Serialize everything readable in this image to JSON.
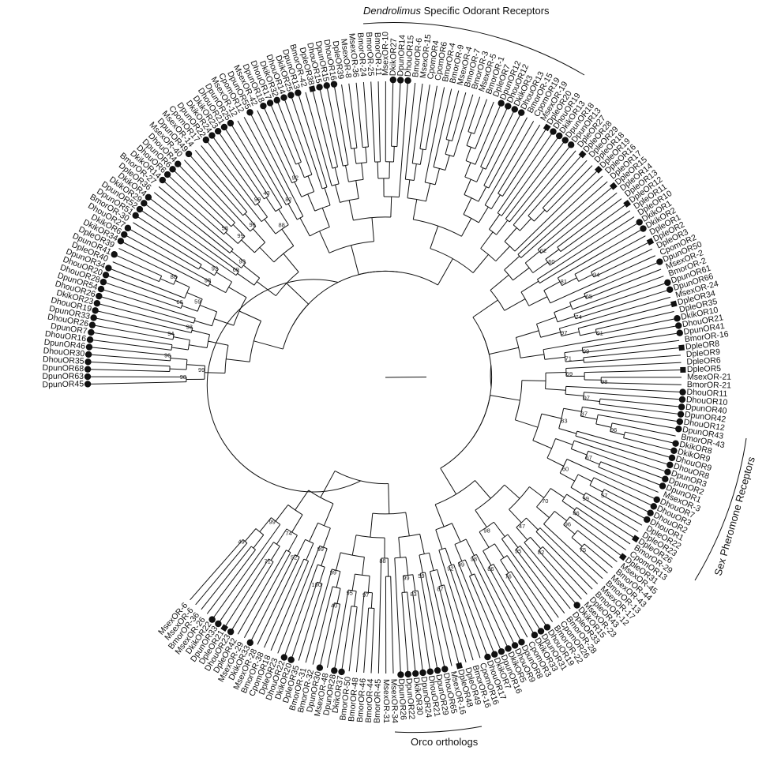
{
  "figure": {
    "style": {
      "line_color": "#111111",
      "marker_color": "#111111",
      "background": "#ffffff"
    },
    "clade_labels": {
      "dendrolimus_prefix": "Dendrolimus",
      "dendrolimus_rest": " Specific Odorant Receptors",
      "sex_pheromone": "Sex Pheromone Receptors",
      "orco": "Orco orthologs"
    },
    "leaves": [
      "DpunOR45",
      "DpunOR63",
      "DpunOR68",
      "DhouOR35",
      "DhouOR30",
      "DpunOR46",
      "DhouOR16",
      "DpunOR7",
      "DhouOR26",
      "DpunOR33",
      "DhouOR19",
      "DkikOR23",
      "DhouOR26",
      "DpunOR54",
      "DhouOR28",
      "DhouOR20",
      "DpunOR34",
      "DpleOR40",
      "DpunOR41",
      "DpleOR39",
      "DkikOR34",
      "DkikOR6",
      "DhouOR27",
      "BmorOR-30",
      "DpunOR51",
      "DpunOR52",
      "DkikOR29",
      "DkikOR4",
      "DpleOR36",
      "BmorOR-27",
      "DkikOR14",
      "DhouOR6",
      "DpunOR6",
      "DhouOR4",
      "MsexOR-40",
      "DpunOR49",
      "MsexOR-14",
      "CpomOR17",
      "DpunOR22",
      "DkikOR24",
      "DkikOR23",
      "DhouOR21",
      "DpunOR25",
      "MsexOR-12",
      "CpomOR12",
      "DpunOR55",
      "MsexOR-42",
      "DpunOR18",
      "DhouOR17",
      "DkikOR32",
      "DhouOR14",
      "DkikOR25",
      "DpunOR13",
      "BmorOR-42",
      "DpleOR38",
      "DhouOR15",
      "DpunOR15",
      "DhouOR16",
      "DpleOR39",
      "MsexOR-8",
      "MsexOR-36",
      "BmorOR-24",
      "BmorOR-25",
      "BmorOR-11",
      "MsexOR-10",
      "DkikOR27",
      "DpunOR14",
      "DhouOR15",
      "BmorOR-6",
      "MsexOR-15",
      "CpomOR4",
      "CpomOR6",
      "BmorOR-4",
      "BmorOR-9",
      "MsexOR-4",
      "BmorOR-7",
      "BmorOR-3",
      "MsexOR-5",
      "BmorOR-1",
      "DpleOR7",
      "DpunOR12",
      "DhouOR12",
      "DkikOR3",
      "DhouOR13",
      "BmorOR-15",
      "CpomOR19",
      "MsexOR-19",
      "DpleOR20",
      "DhouOR19",
      "DkikOR13",
      "DpunOR18",
      "DpunOR13",
      "DpleOR27",
      "DpleOR28",
      "DpleOR29",
      "DpleOR18",
      "DpleOR19",
      "DpleOR16",
      "DpleOR17",
      "DpleOR15",
      "DpleOR14",
      "DpleOR13",
      "DpleOR12",
      "DpleOR11",
      "DpleOR10",
      "DkikOR1",
      "DkikOR2",
      "DpleOR1",
      "DpleOR2",
      "DpleOR3",
      "CpomOR2",
      "DpunOR50",
      "MsexOR-2",
      "BmorOR-2",
      "DpunOR61",
      "DpunOR66",
      "MsexOR-24",
      "DpleOR34",
      "DpleOR35",
      "DkikOR10",
      "DhouOR21",
      "DpunOR41",
      "BmorOR-16",
      "DpleOR8",
      "DpleOR9",
      "DpleOR6",
      "DpleOR5",
      "MsexOR-21",
      "BmorOR-21",
      "DhouOR11",
      "DhouOR10",
      "DpunOR40",
      "DpunOR42",
      "DhouOR12",
      "DpunOR43",
      "BmorOR-43",
      "DkikOR8",
      "DkikOR9",
      "DhouOR9",
      "DhouOR8",
      "DpunOR3",
      "DpunOR2",
      "DpunOR1",
      "MsexOR-3",
      "DhouOR7",
      "DhouOR3",
      "DhouOR2",
      "DhouOR1",
      "DpleOR22",
      "DpleOR23",
      "DpleOR26",
      "BmorOR-29",
      "CpomOR13",
      "DpleOR31",
      "MsexOR-45",
      "BmorOR-44",
      "MsexOR-43",
      "BmorOR-13",
      "MsexOR-17",
      "BmorOR-12",
      "DpleOR43",
      "MsexOR-23",
      "DkikOR15",
      "DpleOR33",
      "BmorOR-28",
      "CpomOR26",
      "BmorOR-22",
      "DhouOR19",
      "DpunOR31",
      "DkikOR33",
      "CpomOR3",
      "DpunOR8",
      "DhouOR9",
      "DkikOR5",
      "DpunOR16",
      "DkikOR7",
      "DhouOR17",
      "CpomOR16",
      "BmorOR-16",
      "DpleOR49",
      "DpleOR48",
      "MsexOR-16",
      "DhouOR65",
      "DpunOR29",
      "DhouOR21",
      "DpunOR24",
      "DkikOR30",
      "DpunOR22",
      "DpunOR26",
      "MsexOR-34",
      "MsexOR-31",
      "BmorOR-45",
      "BmorOR-44",
      "BmorOR-46",
      "BmorOR-48",
      "BmorOR-50",
      "DkikOR37",
      "DpunOR28",
      "MsexOR-48",
      "DpunOR30",
      "BmorOR-32",
      "BmorOR-31",
      "DpleOR35",
      "DkikOR20",
      "DhouOR22",
      "DpleOR23",
      "CpomOR18",
      "BmorOR-38",
      "MsexOR-28",
      "DkikOR33",
      "MsexOR-29",
      "DpleOR42",
      "DhouOR23",
      "DpleOR21",
      "DpunOR33",
      "DkikOR22",
      "MsexOR-26",
      "BmorOR-36",
      "MsexOR-6",
      "MsexOR-6"
    ],
    "bootstraps": [
      "62",
      "60",
      "94",
      "81",
      "65",
      "74",
      "91",
      "97",
      "99",
      "71",
      "98",
      "69",
      "97",
      "96",
      "37",
      "83",
      "67",
      "57",
      "99",
      "60",
      "46",
      "75",
      "96",
      "70",
      "82",
      "47",
      "95",
      "76",
      "86",
      "98",
      "98",
      "99",
      "92",
      "87",
      "59",
      "83",
      "99",
      "88",
      "97",
      "95",
      "40",
      "99",
      "100",
      "99",
      "52",
      "71",
      "74",
      "49",
      "99",
      "98",
      "96",
      "99",
      "94",
      "98",
      "66",
      "88",
      "59",
      "98",
      "92",
      "69",
      "99",
      "58",
      "99",
      "96",
      "99",
      "43",
      "88",
      "82",
      "92"
    ]
  }
}
